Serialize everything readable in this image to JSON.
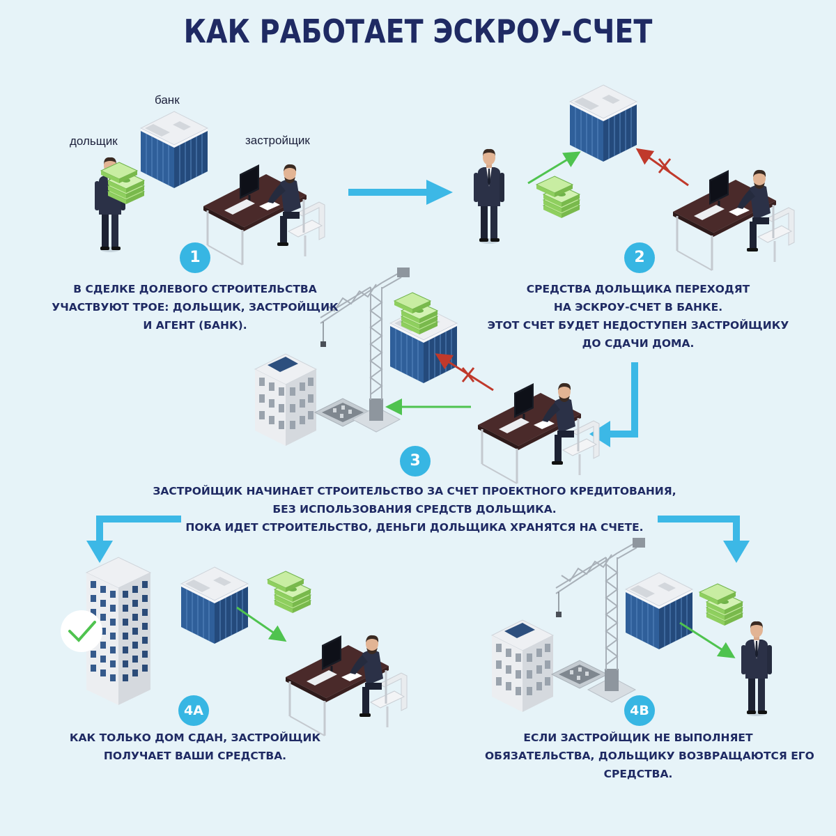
{
  "title": "КАК РАБОТАЕТ ЭСКРОУ-СЧЕТ",
  "labels": {
    "bank": "банк",
    "shareholder": "дольщик",
    "developer": "застройщик"
  },
  "steps": [
    {
      "badge": "1",
      "lines": [
        "В СДЕЛКЕ ДОЛЕВОГО СТРОИТЕЛЬСТВА",
        "УЧАСТВУЮТ ТРОЕ: ДОЛЬЩИК, ЗАСТРОЙЩИК",
        "И АГЕНТ (БАНК)."
      ]
    },
    {
      "badge": "2",
      "lines": [
        "СРЕДСТВА ДОЛЬЩИКА ПЕРЕХОДЯТ",
        "НА ЭСКРОУ-СЧЕТ В БАНКЕ.",
        "ЭТОТ СЧЕТ БУДЕТ НЕДОСТУПЕН ЗАСТРОЙЩИКУ",
        "ДО СДАЧИ ДОМА."
      ]
    },
    {
      "badge": "3",
      "lines": [
        "ЗАСТРОЙЩИК НАЧИНАЕТ СТРОИТЕЛЬСТВО ЗА СЧЕТ ПРОЕКТНОГО КРЕДИТОВАНИЯ,",
        "БЕЗ ИСПОЛЬЗОВАНИЯ СРЕДСТВ ДОЛЬЩИКА.",
        "ПОКА ИДЕТ СТРОИТЕЛЬСТВО, ДЕНЬГИ ДОЛЬЩИКА ХРАНЯТСЯ НА СЧЕТЕ."
      ]
    },
    {
      "badge": "4А",
      "lines": [
        "КАК ТОЛЬКО ДОМ СДАН, ЗАСТРОЙЩИК",
        "ПОЛУЧАЕТ ВАШИ СРЕДСТВА."
      ]
    },
    {
      "badge": "4В",
      "lines": [
        "ЕСЛИ ЗАСТРОЙЩИК НЕ ВЫПОЛНЯЕТ",
        "ОБЯЗАТЕЛЬСТВА, ДОЛЬЩИКУ ВОЗВРАЩАЮТСЯ ЕГО",
        "СРЕДСТВА."
      ]
    }
  ],
  "colors": {
    "background": "#e6f3f8",
    "title": "#1f2a63",
    "badge": "#37b6e3",
    "flow_arrow": "#3cb8e6",
    "money_arrow": "#4fc34f",
    "blocked_arrow": "#c0392b",
    "text": "#1f2a63"
  },
  "icons": [
    "bank-building-icon",
    "shareholder-person-icon",
    "developer-desk-icon",
    "money-stack-icon",
    "construction-crane-icon",
    "residential-building-icon",
    "checkmark-icon"
  ]
}
